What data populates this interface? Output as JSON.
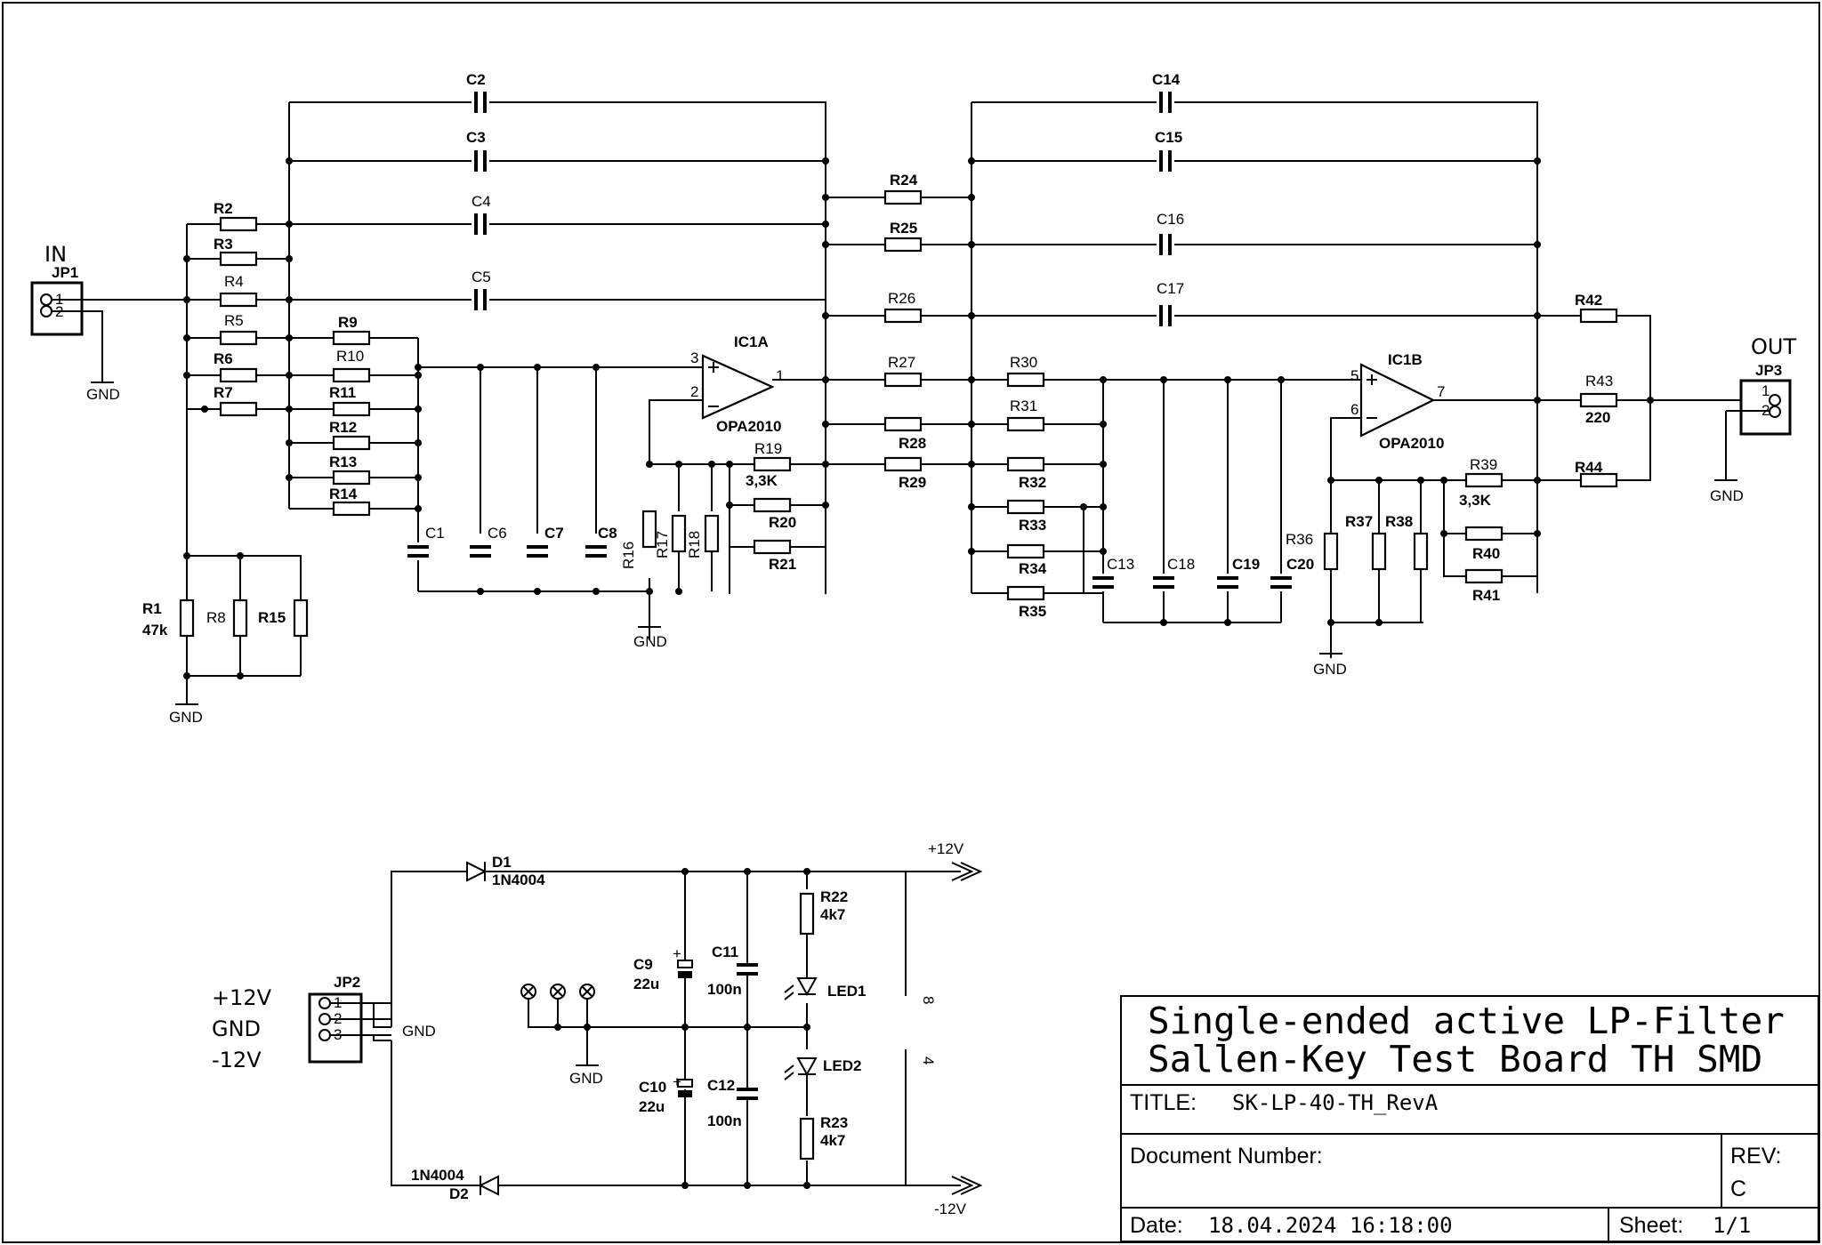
{
  "ports": {
    "in": "IN",
    "out": "OUT",
    "jp1": "JP1",
    "jp2": "JP2",
    "jp3": "JP3",
    "pin1": "1",
    "pin2": "2",
    "pin3": "3",
    "gnd": "GND"
  },
  "opamps": {
    "ic1a": "IC1A",
    "ic1b": "IC1B",
    "part": "OPA2010",
    "a_in_p": "3",
    "a_in_n": "2",
    "a_out": "1",
    "b_in_p": "5",
    "b_in_n": "6",
    "b_out": "7"
  },
  "parts": {
    "R1": "R1",
    "R1_val": "47k",
    "R2": "R2",
    "R3": "R3",
    "R4": "R4",
    "R5": "R5",
    "R6": "R6",
    "R7": "R7",
    "R8": "R8",
    "R9": "R9",
    "R10": "R10",
    "R11": "R11",
    "R12": "R12",
    "R13": "R13",
    "R14": "R14",
    "R15": "R15",
    "R16": "R16",
    "R17": "R17",
    "R18": "R18",
    "R19": "R19",
    "R19_val": "3,3K",
    "R20": "R20",
    "R21": "R21",
    "R22": "R22",
    "R22_val": "4k7",
    "R23": "R23",
    "R23_val": "4k7",
    "R24": "R24",
    "R25": "R25",
    "R26": "R26",
    "R27": "R27",
    "R28": "R28",
    "R29": "R29",
    "R30": "R30",
    "R31": "R31",
    "R32": "R32",
    "R33": "R33",
    "R34": "R34",
    "R35": "R35",
    "R36": "R36",
    "R37": "R37",
    "R38": "R38",
    "R39": "R39",
    "R39_val": "3,3K",
    "R40": "R40",
    "R41": "R41",
    "R42": "R42",
    "R43": "R43",
    "R43_val": "220",
    "R44": "R44",
    "C1": "C1",
    "C2": "C2",
    "C3": "C3",
    "C4": "C4",
    "C5": "C5",
    "C6": "C6",
    "C7": "C7",
    "C8": "C8",
    "C9": "C9",
    "C9_val": "22u",
    "C10": "C10",
    "C10_val": "22u",
    "C11": "C11",
    "C11_val": "100n",
    "C12": "C12",
    "C12_val": "100n",
    "C13": "C13",
    "C14": "C14",
    "C15": "C15",
    "C16": "C16",
    "C17": "C17",
    "C18": "C18",
    "C19": "C19",
    "C20": "C20",
    "D1": "D1",
    "D1_val": "1N4004",
    "D2": "D2",
    "D2_val": "1N4004",
    "LED1": "LED1",
    "LED2": "LED2",
    "pin8": "8",
    "pin4": "4",
    "plus": "+"
  },
  "power": {
    "pos": "+12V",
    "gnd": "GND",
    "neg": "-12V"
  },
  "title_block": {
    "line1": "Single-ended active LP-Filter",
    "line2": "Sallen-Key Test Board TH SMD",
    "title_label": "TITLE:",
    "title_value": "SK-LP-40-TH_RevA",
    "doc_label": "Document Number:",
    "rev_label": "REV:",
    "rev_value": "C",
    "date_label": "Date:",
    "date_value": "18.04.2024 16:18:00",
    "sheet_label": "Sheet:",
    "sheet_value": "1/1"
  }
}
